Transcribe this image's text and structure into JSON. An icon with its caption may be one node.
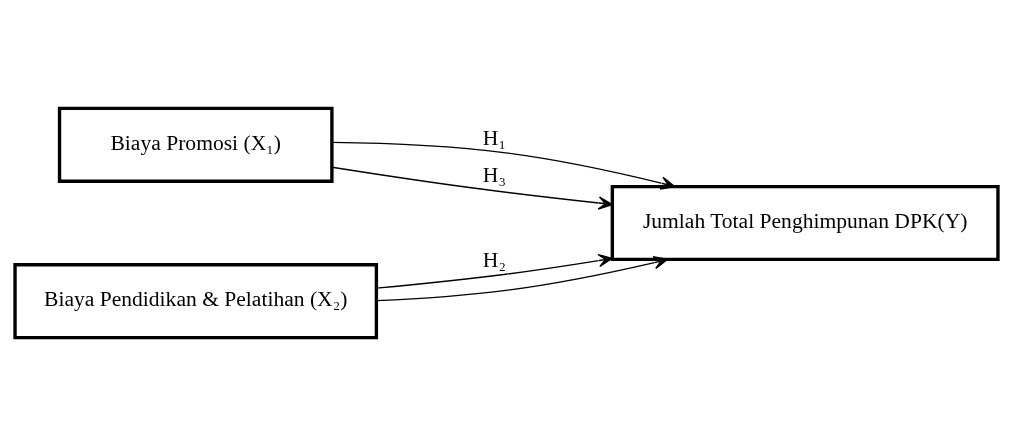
{
  "diagram": {
    "nodes": [
      {
        "text": [
          "Biaya Promosi (X₁)"
        ]
      },
      {
        "text": [
          "Biaya Pendidikan & Pelatihan (X₂)"
        ]
      },
      {
        "text": [
          "Jumlah Total Penghimpunan DPK(Y)"
        ]
      }
    ],
    "edges": [
      {
        "from": 0,
        "to": 2,
        "arrow": "to",
        "label": "H₁"
      },
      {
        "from": 1,
        "to": 2,
        "arrow": "to",
        "label": "H₂"
      },
      {
        "from": 0,
        "to": 2,
        "arrow": "to",
        "label": "H₃"
      },
      {
        "from": 1,
        "to": 2,
        "arrow": "to"
      }
    ]
  }
}
